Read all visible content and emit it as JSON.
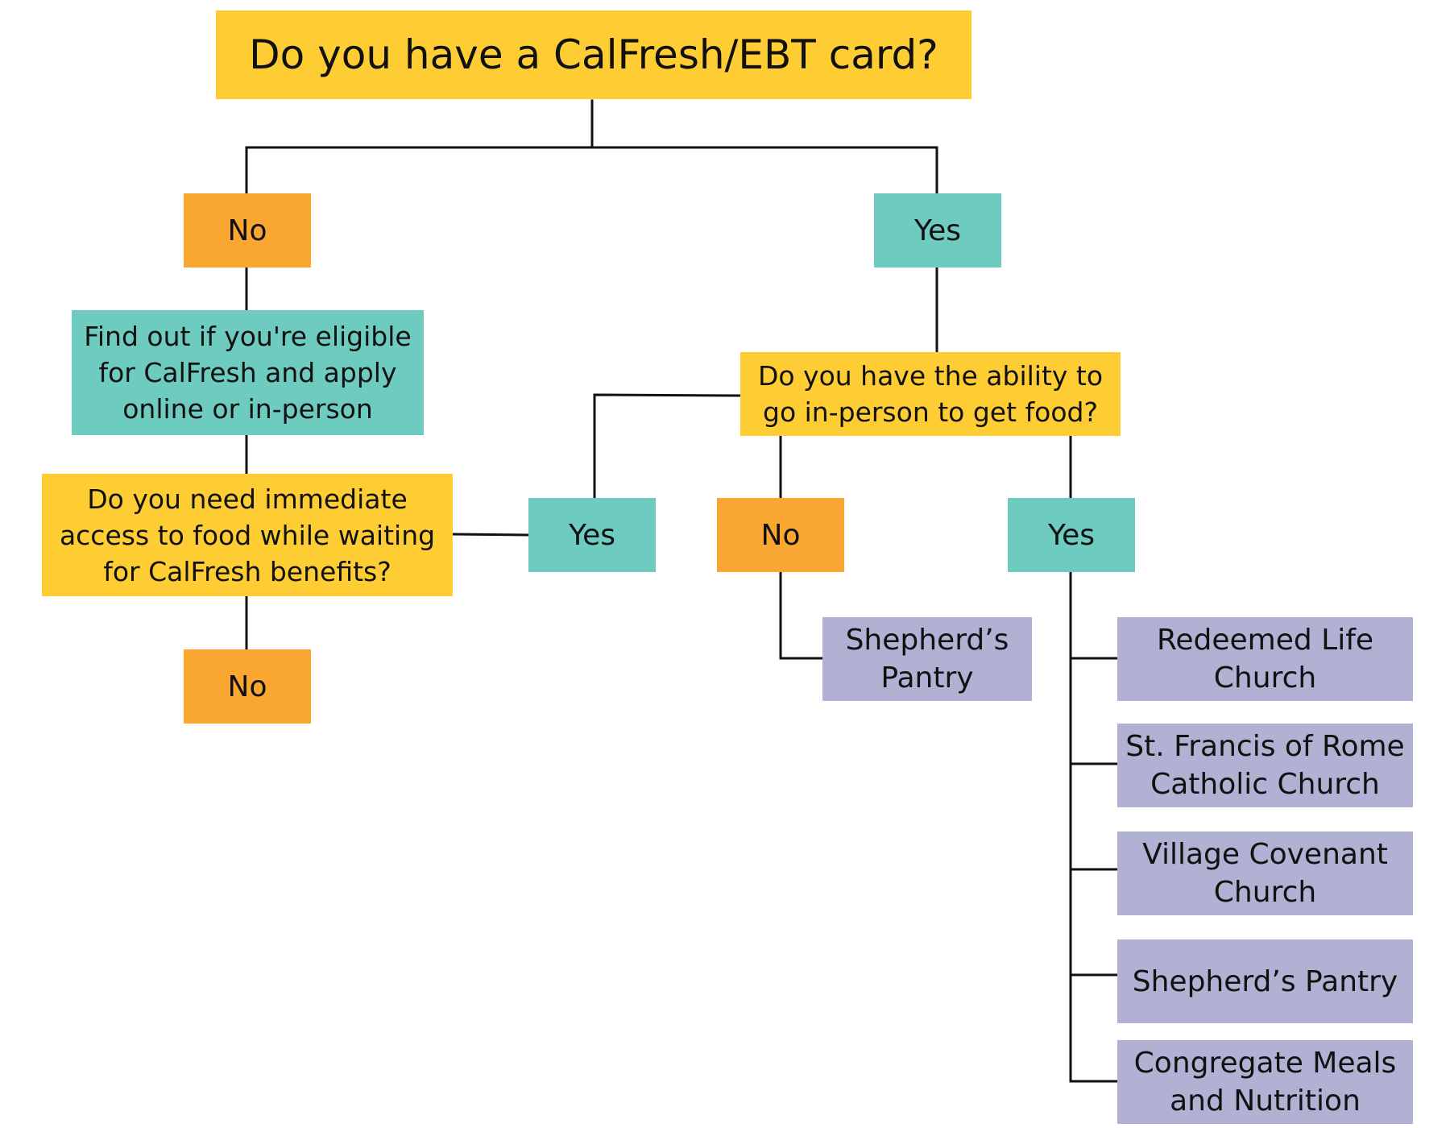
{
  "colors": {
    "question": "#fdcd33",
    "no": "#faa633",
    "yes_action": "#6ecbbf",
    "location": "#b1b1d3",
    "connector": "#111111"
  },
  "root_question": "Do you have a CalFresh/EBT card?",
  "left_branch": {
    "no": "No",
    "action": "Find out if you're eligible for CalFresh and apply online or in-person",
    "question": "Do you need immediate access to food while waiting for CalFresh benefits?",
    "no_answer": "No",
    "yes_answer": "Yes"
  },
  "right_branch": {
    "yes": "Yes",
    "question": "Do you have the ability to go in-person to get food?",
    "no_answer": "No",
    "no_location": "Shepherd’s Pantry",
    "yes_answer": "Yes",
    "yes_locations": [
      "Redeemed Life Church",
      "St. Francis of Rome Catholic Church",
      "Village Covenant Church",
      "Shepherd’s Pantry",
      "Congregate Meals and Nutrition"
    ]
  }
}
